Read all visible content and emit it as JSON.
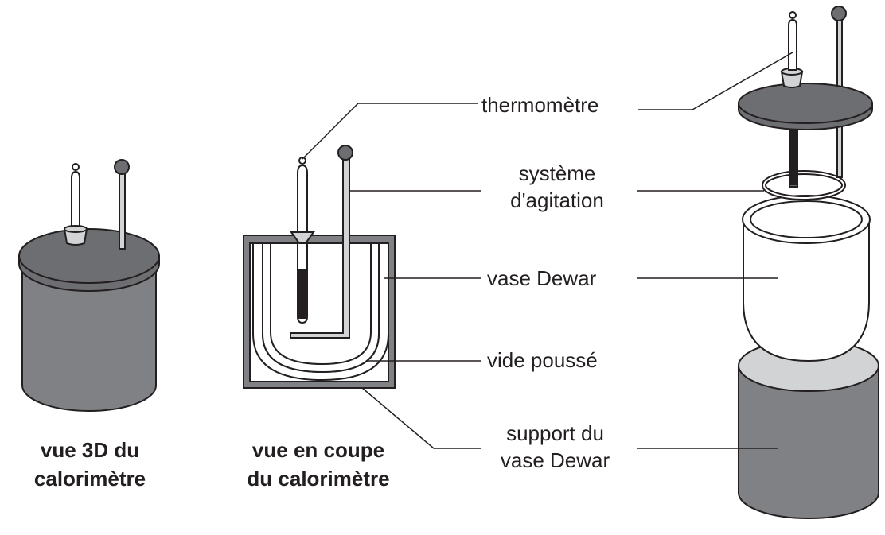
{
  "labels": {
    "thermometre": "thermomètre",
    "agitation_line1": "système",
    "agitation_line2": "d'agitation",
    "vase_dewar": "vase Dewar",
    "vide_pousse": "vide poussé",
    "support_line1": "support du",
    "support_line2": "vase Dewar"
  },
  "captions": {
    "view3d_line1": "vue 3D du",
    "view3d_line2": "calorimètre",
    "section_line1": "vue en coupe",
    "section_line2": "du calorimètre"
  },
  "colors": {
    "dark_gray": "#6d6e71",
    "mid_gray": "#808184",
    "light_gray": "#d1d3d4",
    "stroke": "#231f20"
  }
}
